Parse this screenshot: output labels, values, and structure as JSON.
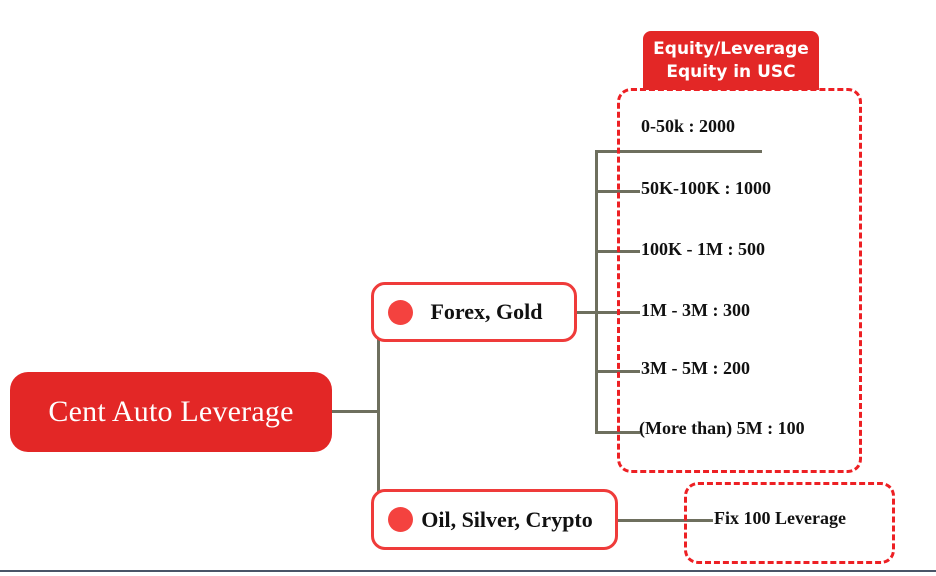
{
  "diagram": {
    "title": "Cent Auto Leverage",
    "colors": {
      "brand_red": "#e32726",
      "node_border_red": "#ef3b3a",
      "dashed_red": "#ed2024",
      "bullet_red": "#f4423f",
      "connector": "#6e6f5e",
      "text_dark": "#111111",
      "text_light": "#ffffff",
      "bottom_rule": "#4a5568"
    },
    "root": {
      "label": "Cent Auto Leverage"
    },
    "branches": [
      {
        "id": "forex",
        "label": "Forex, Gold",
        "bullet_icon": "red-dot-icon"
      },
      {
        "id": "oil",
        "label": "Oil, Silver, Crypto",
        "bullet_icon": "red-dot-icon"
      }
    ],
    "equity_panel": {
      "header_line_1": "Equity/Leverage",
      "header_line_2": "Equity in USC",
      "items": [
        {
          "label": "0-50k : 2000"
        },
        {
          "label": "50K-100K : 1000"
        },
        {
          "label": "100K - 1M : 500"
        },
        {
          "label": "1M - 3M : 300"
        },
        {
          "label": "3M - 5M : 200"
        },
        {
          "label": "(More than) 5M : 100"
        }
      ]
    },
    "fix_panel": {
      "label": "Fix 100 Leverage"
    }
  }
}
